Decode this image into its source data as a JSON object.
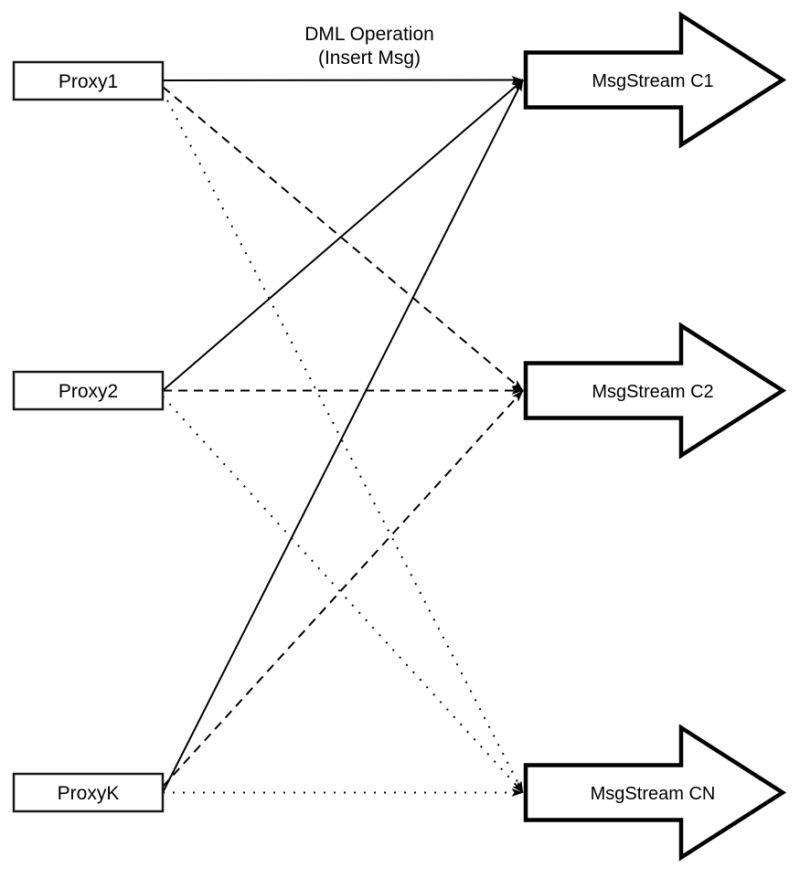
{
  "diagram": {
    "background": "#ffffff",
    "stroke_color": "#000000",
    "shape_fill": "#ffffff",
    "annotation": {
      "line1": "DML Operation",
      "line2": "(Insert Msg)"
    },
    "proxies": [
      {
        "id": "proxy1",
        "label": "Proxy1"
      },
      {
        "id": "proxy2",
        "label": "Proxy2"
      },
      {
        "id": "proxyk",
        "label": "ProxyK"
      }
    ],
    "streams": [
      {
        "id": "msgstream-c1",
        "label": "MsgStream C1"
      },
      {
        "id": "msgstream-c2",
        "label": "MsgStream C2"
      },
      {
        "id": "msgstream-cn",
        "label": "MsgStream CN"
      }
    ],
    "connections": [
      {
        "from": "Proxy1",
        "to": "MsgStream C1",
        "line_style": "solid"
      },
      {
        "from": "Proxy2",
        "to": "MsgStream C1",
        "line_style": "solid"
      },
      {
        "from": "ProxyK",
        "to": "MsgStream C1",
        "line_style": "solid"
      },
      {
        "from": "Proxy1",
        "to": "MsgStream C2",
        "line_style": "dashed"
      },
      {
        "from": "Proxy2",
        "to": "MsgStream C2",
        "line_style": "dashed"
      },
      {
        "from": "ProxyK",
        "to": "MsgStream C2",
        "line_style": "dashed"
      },
      {
        "from": "Proxy1",
        "to": "MsgStream CN",
        "line_style": "dotted"
      },
      {
        "from": "Proxy2",
        "to": "MsgStream CN",
        "line_style": "dotted"
      },
      {
        "from": "ProxyK",
        "to": "MsgStream CN",
        "line_style": "dotted"
      }
    ]
  }
}
